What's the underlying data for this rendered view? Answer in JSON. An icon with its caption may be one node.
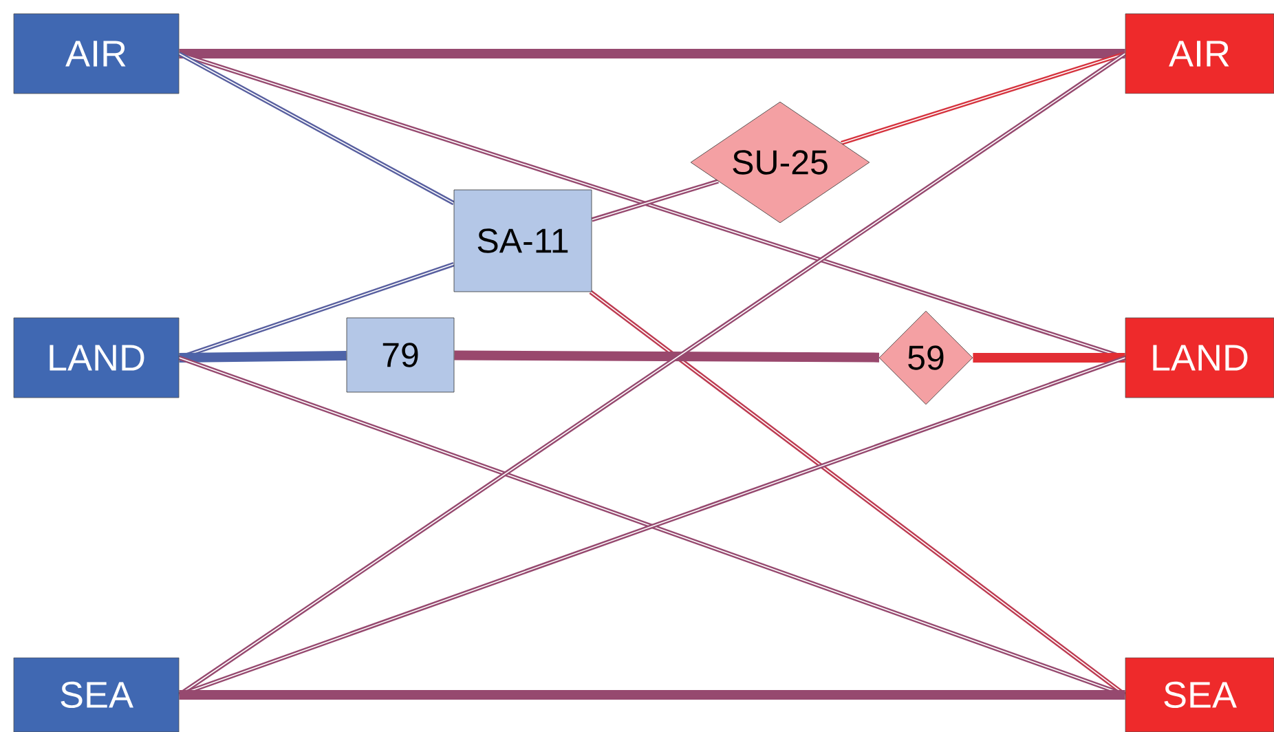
{
  "diagram": {
    "nodes": [
      {
        "text": [
          "AIR"
        ]
      },
      {
        "text": [
          "AIR"
        ]
      },
      {
        "text": [
          "SU-25"
        ]
      },
      {
        "text": [
          "SA-11"
        ]
      },
      {
        "text": [
          "LAND"
        ]
      },
      {
        "text": [
          "79"
        ]
      },
      {
        "text": [
          "59"
        ]
      },
      {
        "text": [
          "LAND"
        ]
      },
      {
        "text": [
          "SEA"
        ]
      },
      {
        "text": [
          "SEA"
        ]
      }
    ],
    "edges": [
      {
        "from": 0,
        "to": 1,
        "arrow": "none",
        "style": "thick"
      },
      {
        "from": 0,
        "to": 7,
        "arrow": "none"
      },
      {
        "from": 0,
        "to": 3,
        "arrow": "none"
      },
      {
        "from": 3,
        "to": 9,
        "arrow": "none"
      },
      {
        "from": 4,
        "to": 3,
        "arrow": "none"
      },
      {
        "from": 3,
        "to": 2,
        "arrow": "none"
      },
      {
        "from": 2,
        "to": 1,
        "arrow": "none"
      },
      {
        "from": 4,
        "to": 5,
        "arrow": "none",
        "style": "thick"
      },
      {
        "from": 5,
        "to": 6,
        "arrow": "none",
        "style": "thick"
      },
      {
        "from": 6,
        "to": 7,
        "arrow": "none",
        "style": "thick"
      },
      {
        "from": 4,
        "to": 9,
        "arrow": "none"
      },
      {
        "from": 8,
        "to": 1,
        "arrow": "none"
      },
      {
        "from": 8,
        "to": 7,
        "arrow": "none"
      },
      {
        "from": 8,
        "to": 9,
        "arrow": "none",
        "style": "thick"
      }
    ]
  }
}
